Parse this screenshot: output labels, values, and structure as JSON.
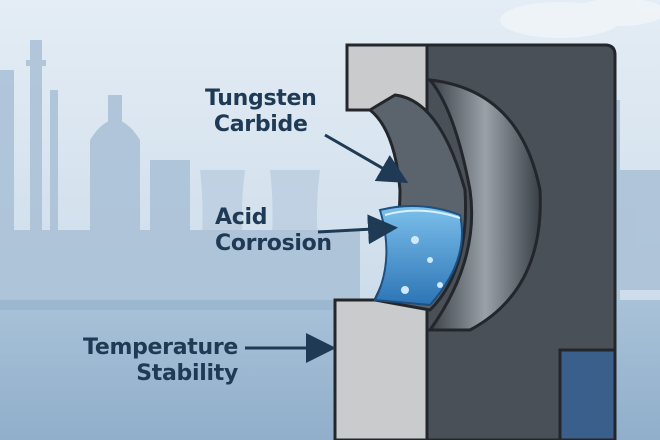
{
  "labels": {
    "tungsten_line1": "Tungsten",
    "tungsten_line2": "Carbide",
    "acid_line1": "Acid",
    "acid_line2": "Corrosion",
    "temp_line1": "Temperature",
    "temp_line2": "Stability"
  },
  "colors": {
    "sky": "#dbe7f1",
    "factory": "#a9c0d6",
    "seal_dark": "#4a5058",
    "seal_light": "#c9cbcd",
    "fluid": "#3f8fcf",
    "text": "#1f3a55"
  }
}
